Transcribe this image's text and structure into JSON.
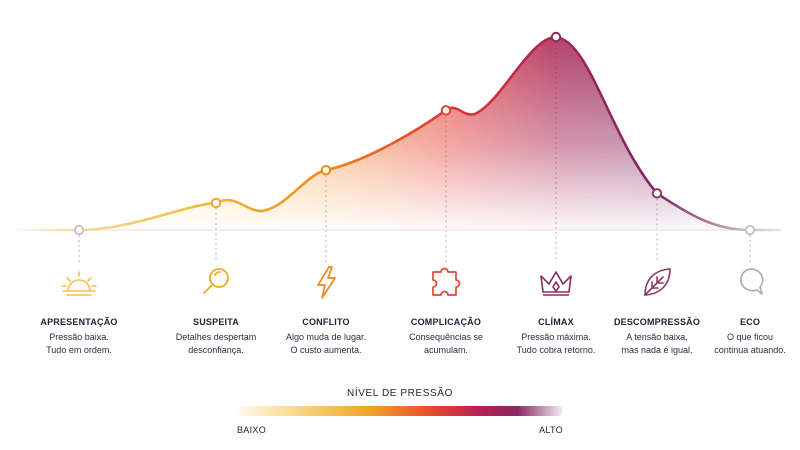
{
  "stages": [
    {
      "id": "apresentacao",
      "title": "APRESENTAÇÃO",
      "desc": "Pressão baixa.\nTudo em ordem.",
      "icon": "sunrise-icon",
      "color": "#f2c14e",
      "pressure": 0.0
    },
    {
      "id": "suspeita",
      "title": "SUSPEITA",
      "desc": "Detalhes despertam\ndesconfiança.",
      "icon": "magnifier-icon",
      "color": "#f0a928",
      "pressure": 0.14
    },
    {
      "id": "conflito",
      "title": "CONFLITO",
      "desc": "Algo muda de lugar.\nO custo aumenta.",
      "icon": "lightning-icon",
      "color": "#ee8a1c",
      "pressure": 0.31
    },
    {
      "id": "complicacao",
      "title": "COMPLICAÇÃO",
      "desc": "Consequências se\nacumulam.",
      "icon": "puzzle-piece-icon",
      "color": "#e04738",
      "pressure": 0.62
    },
    {
      "id": "climax",
      "title": "CLÍMAX",
      "desc": "Pressão máxima.\nTudo cobra retorno.",
      "icon": "crown-icon",
      "color": "#8b2c5c",
      "pressure": 1.0
    },
    {
      "id": "descompressao",
      "title": "DESCOMPRESSÃO",
      "desc": "A tensão baixa,\nmas nada é igual.",
      "icon": "leaf-icon",
      "color": "#8a3a6a",
      "pressure": 0.19
    },
    {
      "id": "eco",
      "title": "ECO",
      "desc": "O que ficou\ncontinua atuando.",
      "icon": "speech-bubble-icon",
      "color": "#a9a9b4",
      "pressure": 0.0
    }
  ],
  "legend": {
    "title": "NÍVEL DE PRESSÃO",
    "low": "BAIXO",
    "high": "ALTO"
  }
}
